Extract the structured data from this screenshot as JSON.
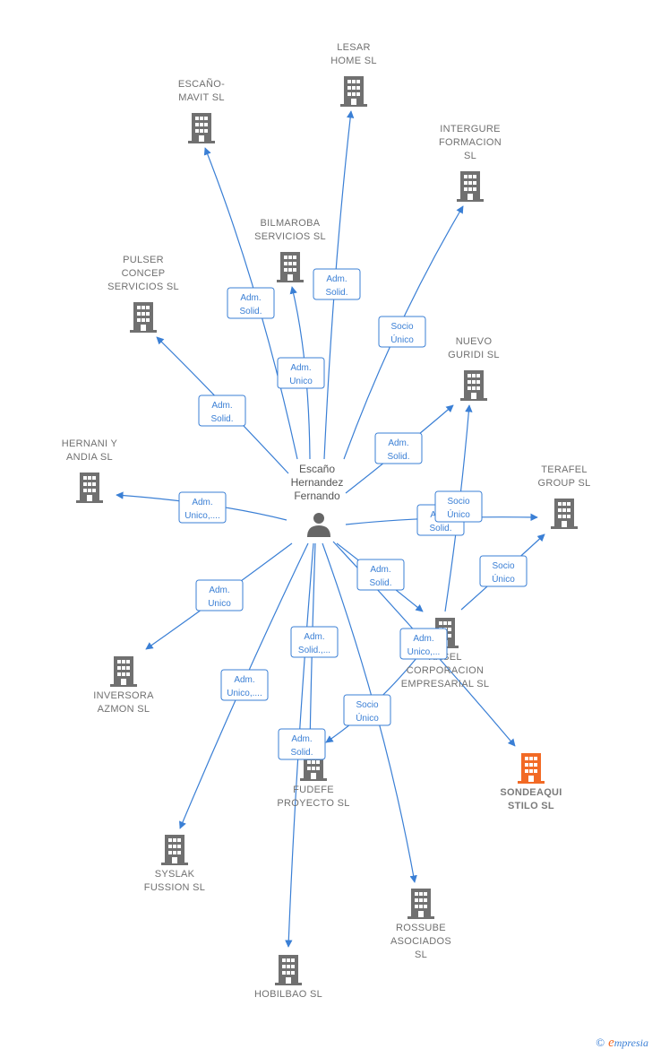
{
  "center": {
    "label_lines": [
      "Escaño",
      "Hernandez",
      "Fernando"
    ],
    "icon": "person-icon"
  },
  "colors": {
    "edge": "#3a7fd5",
    "node": "#707070",
    "highlight": "#f26a25"
  },
  "companies": [
    {
      "id": "lesar",
      "lines": [
        "LESAR",
        "HOME  SL"
      ]
    },
    {
      "id": "escano-mavit",
      "lines": [
        "ESCAÑO-",
        "MAVIT SL"
      ]
    },
    {
      "id": "intergure",
      "lines": [
        "INTERGURE",
        "FORMACION",
        "SL"
      ]
    },
    {
      "id": "bilmaroba",
      "lines": [
        "BILMAROBA",
        "SERVICIOS  SL"
      ]
    },
    {
      "id": "pulser",
      "lines": [
        "PULSER",
        "CONCEP",
        "SERVICIOS SL"
      ]
    },
    {
      "id": "nuevo-guridi",
      "lines": [
        "NUEVO",
        "GURIDI  SL"
      ]
    },
    {
      "id": "hernani",
      "lines": [
        "HERNANI Y",
        "ANDIA  SL"
      ]
    },
    {
      "id": "terafel",
      "lines": [
        "TERAFEL",
        "GROUP SL"
      ]
    },
    {
      "id": "rasel",
      "lines": [
        "RASEL",
        "CORPORACION",
        "EMPRESARIAL SL"
      ]
    },
    {
      "id": "inversora",
      "lines": [
        "INVERSORA",
        "AZMON  SL"
      ]
    },
    {
      "id": "sondeaqui",
      "lines": [
        "SONDEAQUI",
        "STILO  SL"
      ],
      "highlight": true
    },
    {
      "id": "fudefe",
      "lines": [
        "FUDEFE",
        "PROYECTO  SL"
      ]
    },
    {
      "id": "syslak",
      "lines": [
        "SYSLAK",
        "FUSSION  SL"
      ]
    },
    {
      "id": "rossube",
      "lines": [
        "ROSSUBE",
        "ASOCIADOS",
        "SL"
      ]
    },
    {
      "id": "hobilbao",
      "lines": [
        "HOBILBAO SL"
      ]
    }
  ],
  "relations": [
    {
      "from": "person",
      "to": "lesar",
      "lines": [
        "Adm.",
        "Solid."
      ]
    },
    {
      "from": "person",
      "to": "escano-mavit",
      "lines": [
        "Adm.",
        "Solid."
      ]
    },
    {
      "from": "person",
      "to": "intergure",
      "lines": [
        "Socio",
        "Único"
      ]
    },
    {
      "from": "person",
      "to": "bilmaroba",
      "lines": [
        "Adm.",
        "Unico"
      ]
    },
    {
      "from": "person",
      "to": "pulser",
      "lines": [
        "Adm.",
        "Solid."
      ]
    },
    {
      "from": "person",
      "to": "nuevo-guridi",
      "lines": [
        "Adm.",
        "Solid."
      ]
    },
    {
      "from": "person",
      "to": "hernani",
      "lines": [
        "Adm.",
        "Unico,...."
      ]
    },
    {
      "from": "person",
      "to": "terafel",
      "lines": [
        "Adm.",
        "Solid."
      ]
    },
    {
      "from": "rasel",
      "to": "nuevo-guridi",
      "lines": [
        "Socio",
        "Único"
      ]
    },
    {
      "from": "rasel",
      "to": "terafel",
      "lines": [
        "Socio",
        "Único"
      ]
    },
    {
      "from": "person",
      "to": "rasel",
      "lines": [
        "Adm.",
        "Solid."
      ]
    },
    {
      "from": "person",
      "to": "sondeaqui",
      "lines": [
        "Adm.",
        "Unico,..."
      ]
    },
    {
      "from": "person",
      "to": "inversora",
      "lines": [
        "Adm.",
        "Unico"
      ]
    },
    {
      "from": "person",
      "to": "syslak",
      "lines": [
        "Adm.",
        "Unico,...."
      ]
    },
    {
      "from": "person",
      "to": "fudefe",
      "lines": [
        "Adm.",
        "Solid.,..."
      ]
    },
    {
      "from": "person",
      "to": "hobilbao",
      "lines": [
        "Adm.",
        "Solid."
      ]
    },
    {
      "from": "rasel",
      "to": "fudefe",
      "lines": [
        "Socio",
        "Único"
      ]
    },
    {
      "from": "person",
      "to": "rossube",
      "lines": []
    }
  ],
  "footer": {
    "copyright": "©",
    "brand_initial": "e",
    "brand_rest": "mpresia"
  }
}
